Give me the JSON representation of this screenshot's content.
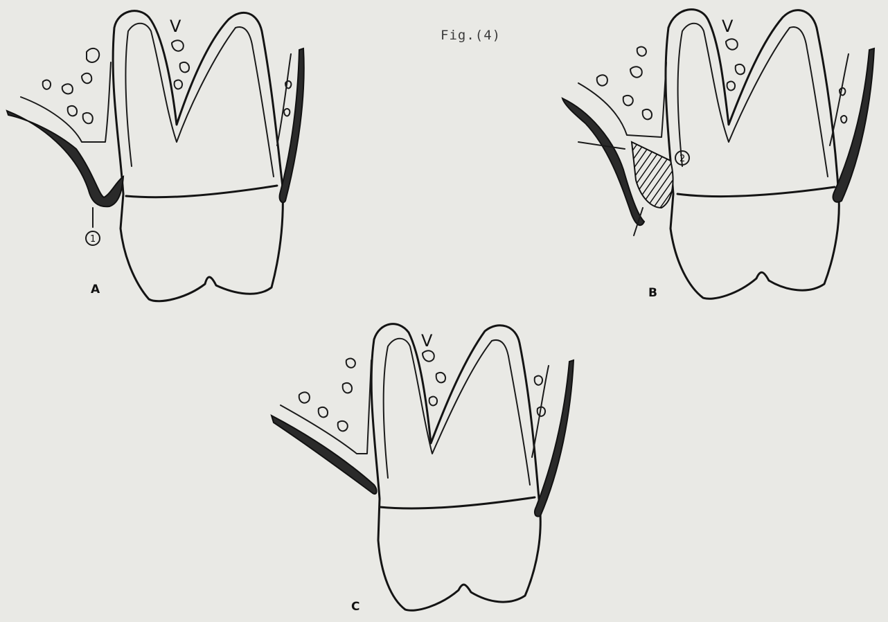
{
  "figure": {
    "caption": "Fig.(4)",
    "panels": [
      {
        "id": "A",
        "label": "A",
        "markers": [
          "1"
        ],
        "lettering": "V"
      },
      {
        "id": "B",
        "label": "B",
        "markers": [
          "2"
        ],
        "lettering": "V"
      },
      {
        "id": "C",
        "label": "C",
        "markers": [],
        "lettering": "V"
      }
    ]
  }
}
